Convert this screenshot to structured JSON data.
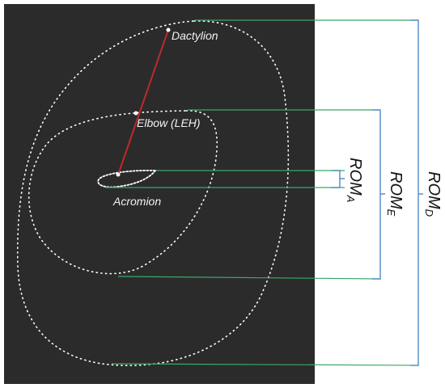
{
  "figure": {
    "background_color": "#2b2b2b",
    "trace_color": "#ffffff",
    "segment_color": "#c0282b",
    "level_line_color": "#3aa86b",
    "bracket_color": "#5b8fc9"
  },
  "landmarks": {
    "dactylion": "Dactylion",
    "elbow": "Elbow (LEH)",
    "acromion": "Acromion"
  },
  "rom_labels": {
    "acromion": {
      "main": "ROM",
      "sub": "A"
    },
    "elbow": {
      "main": "ROM",
      "sub": "E"
    },
    "dactylion": {
      "main": "ROM",
      "sub": "D"
    }
  }
}
